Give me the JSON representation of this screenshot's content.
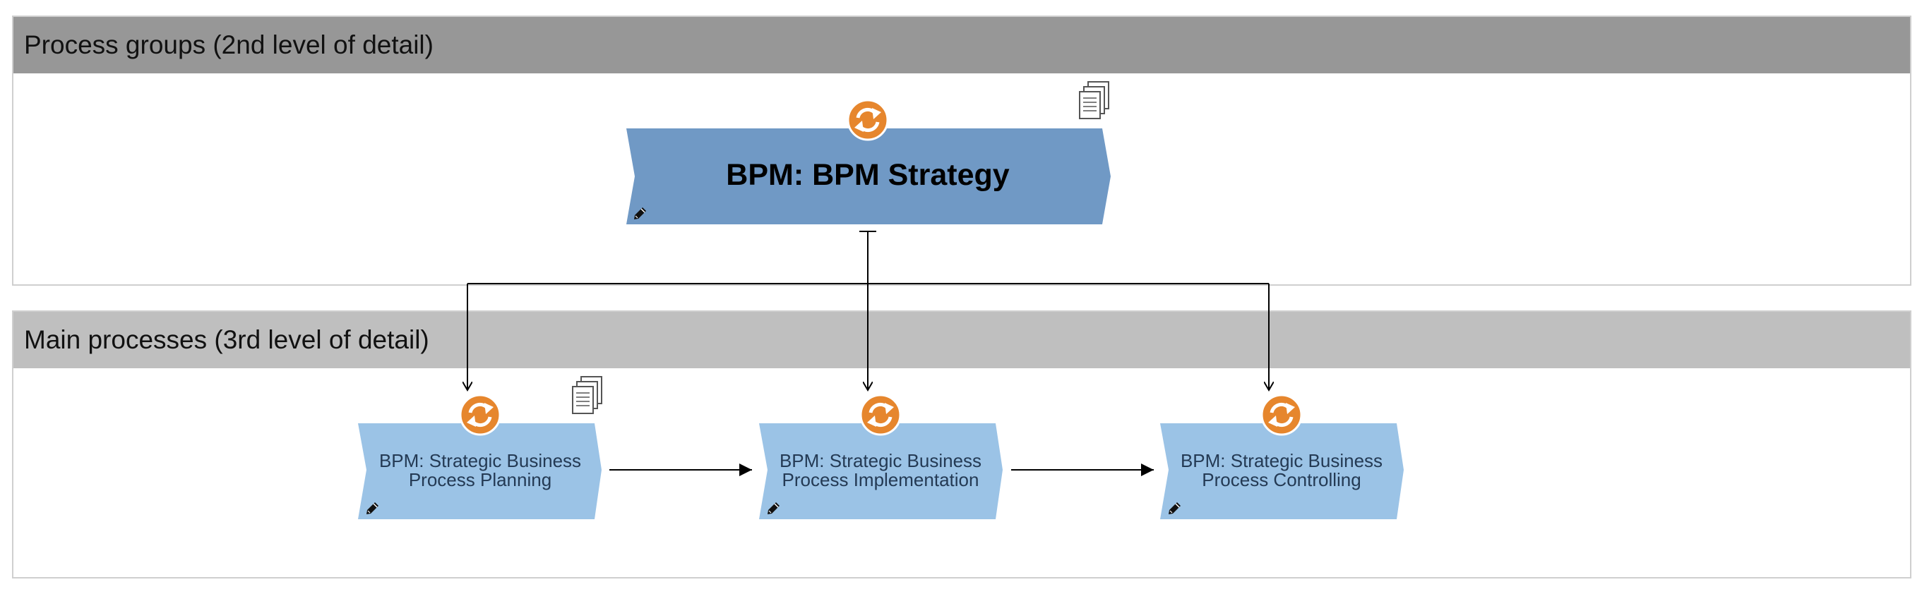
{
  "lanes": {
    "process_groups": {
      "title": "Process groups (2nd level of detail)"
    },
    "main_processes": {
      "title": "Main processes (3rd level of detail)"
    }
  },
  "nodes": {
    "bpm_strategy": {
      "label": "BPM: BPM Strategy"
    },
    "planning": {
      "line1": "BPM: Strategic Business",
      "line2": "Process Planning"
    },
    "implementation": {
      "line1": "BPM: Strategic Business",
      "line2": "Process Implementation"
    },
    "controlling": {
      "line1": "BPM: Strategic Business",
      "line2": "Process Controlling"
    }
  },
  "colors": {
    "parent_node": "#7099c5",
    "child_node": "#9bc3e6",
    "badge": "#e6862d",
    "lane_header_1": "#979797",
    "lane_header_2": "#bfbfbf"
  },
  "icons": {
    "refresh": "refresh-badge-icon",
    "documents": "documents-icon",
    "edit": "pencil-icon"
  }
}
